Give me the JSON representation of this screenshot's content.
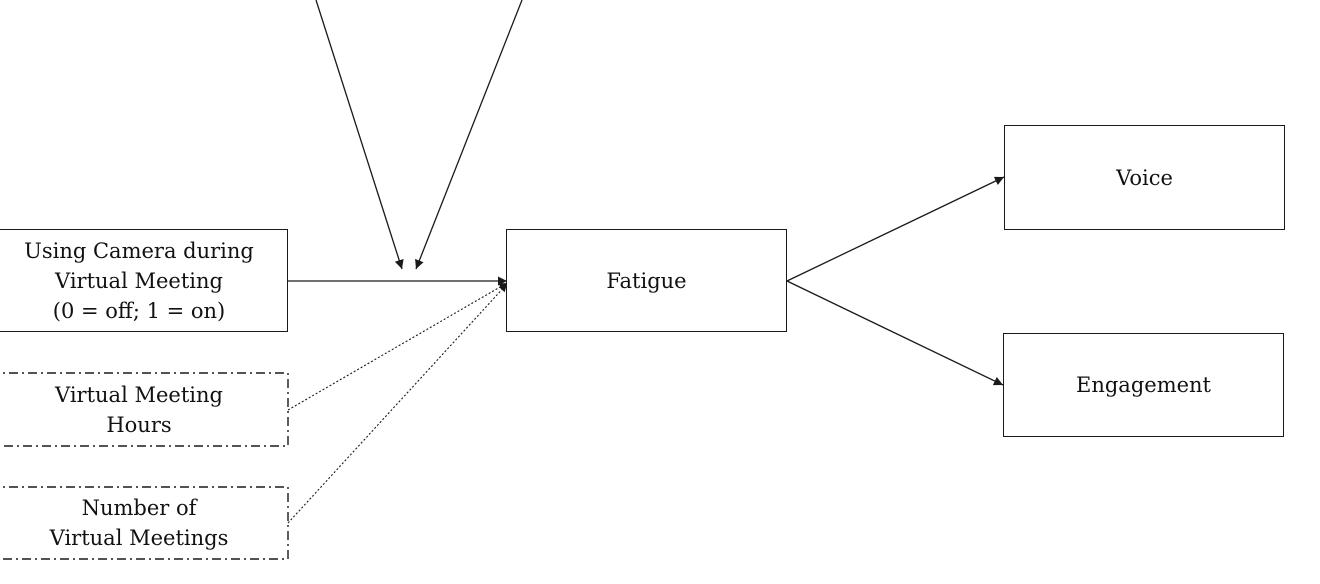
{
  "nodes": {
    "camera": {
      "lines": [
        "Using Camera during",
        "Virtual Meeting",
        "(0 = off; 1 = on)"
      ]
    },
    "hours": {
      "lines": [
        "Virtual Meeting",
        "Hours"
      ]
    },
    "number": {
      "lines": [
        "Number of",
        "Virtual Meetings"
      ]
    },
    "fatigue": {
      "lines": [
        "Fatigue"
      ]
    },
    "voice": {
      "lines": [
        "Voice"
      ]
    },
    "engagement": {
      "lines": [
        "Engagement"
      ]
    }
  },
  "edges": [
    {
      "from": "camera",
      "to": "fatigue",
      "style": "solid"
    },
    {
      "from": "fatigue",
      "to": "voice",
      "style": "solid"
    },
    {
      "from": "fatigue",
      "to": "engagement",
      "style": "solid"
    },
    {
      "from": "hours",
      "to": "fatigue",
      "style": "dotted"
    },
    {
      "from": "number",
      "to": "fatigue",
      "style": "dotted"
    },
    {
      "from": "moderator-1",
      "to": "camera-fatigue-path",
      "style": "solid"
    },
    {
      "from": "moderator-2",
      "to": "camera-fatigue-path",
      "style": "solid"
    }
  ],
  "colors": {
    "stroke": "#1a1a1a",
    "text": "#111111",
    "background": "#ffffff"
  }
}
